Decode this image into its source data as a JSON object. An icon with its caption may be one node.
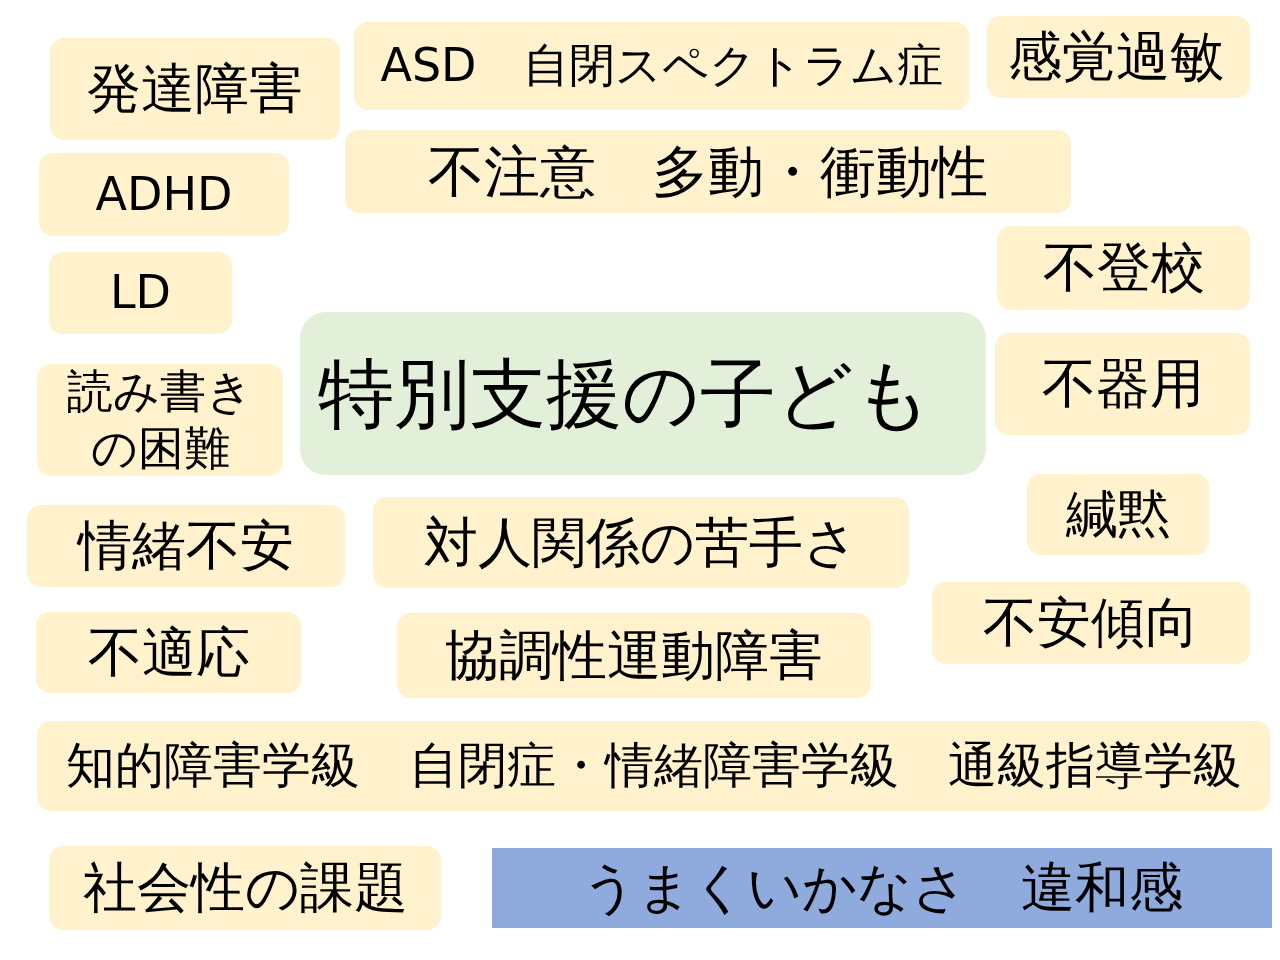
{
  "diagram": {
    "nodes": [
      {
        "text": [
          "発達障害"
        ]
      },
      {
        "text": [
          "ASD　自閉スペクトラム症"
        ]
      },
      {
        "text": [
          "感覚過敏"
        ]
      },
      {
        "text": [
          "ADHD"
        ]
      },
      {
        "text": [
          "不注意　多動・衝動性"
        ]
      },
      {
        "text": [
          "不登校"
        ]
      },
      {
        "text": [
          "LD"
        ]
      },
      {
        "text": [
          "読み書きの困難"
        ]
      },
      {
        "text": [
          "特別支援の子ども"
        ]
      },
      {
        "text": [
          "不器用"
        ]
      },
      {
        "text": [
          "情緒不安"
        ]
      },
      {
        "text": [
          "対人関係の苦手さ"
        ]
      },
      {
        "text": [
          "緘黙"
        ]
      },
      {
        "text": [
          "不適応"
        ]
      },
      {
        "text": [
          "協調性運動障害"
        ]
      },
      {
        "text": [
          "不安傾向"
        ]
      },
      {
        "text": [
          "知的障害学級　自閉症・情緒障害学級　通級指導学級"
        ]
      },
      {
        "text": [
          "社会性の課題"
        ]
      },
      {
        "text": [
          "うまくいかなさ　違和感"
        ]
      }
    ]
  }
}
